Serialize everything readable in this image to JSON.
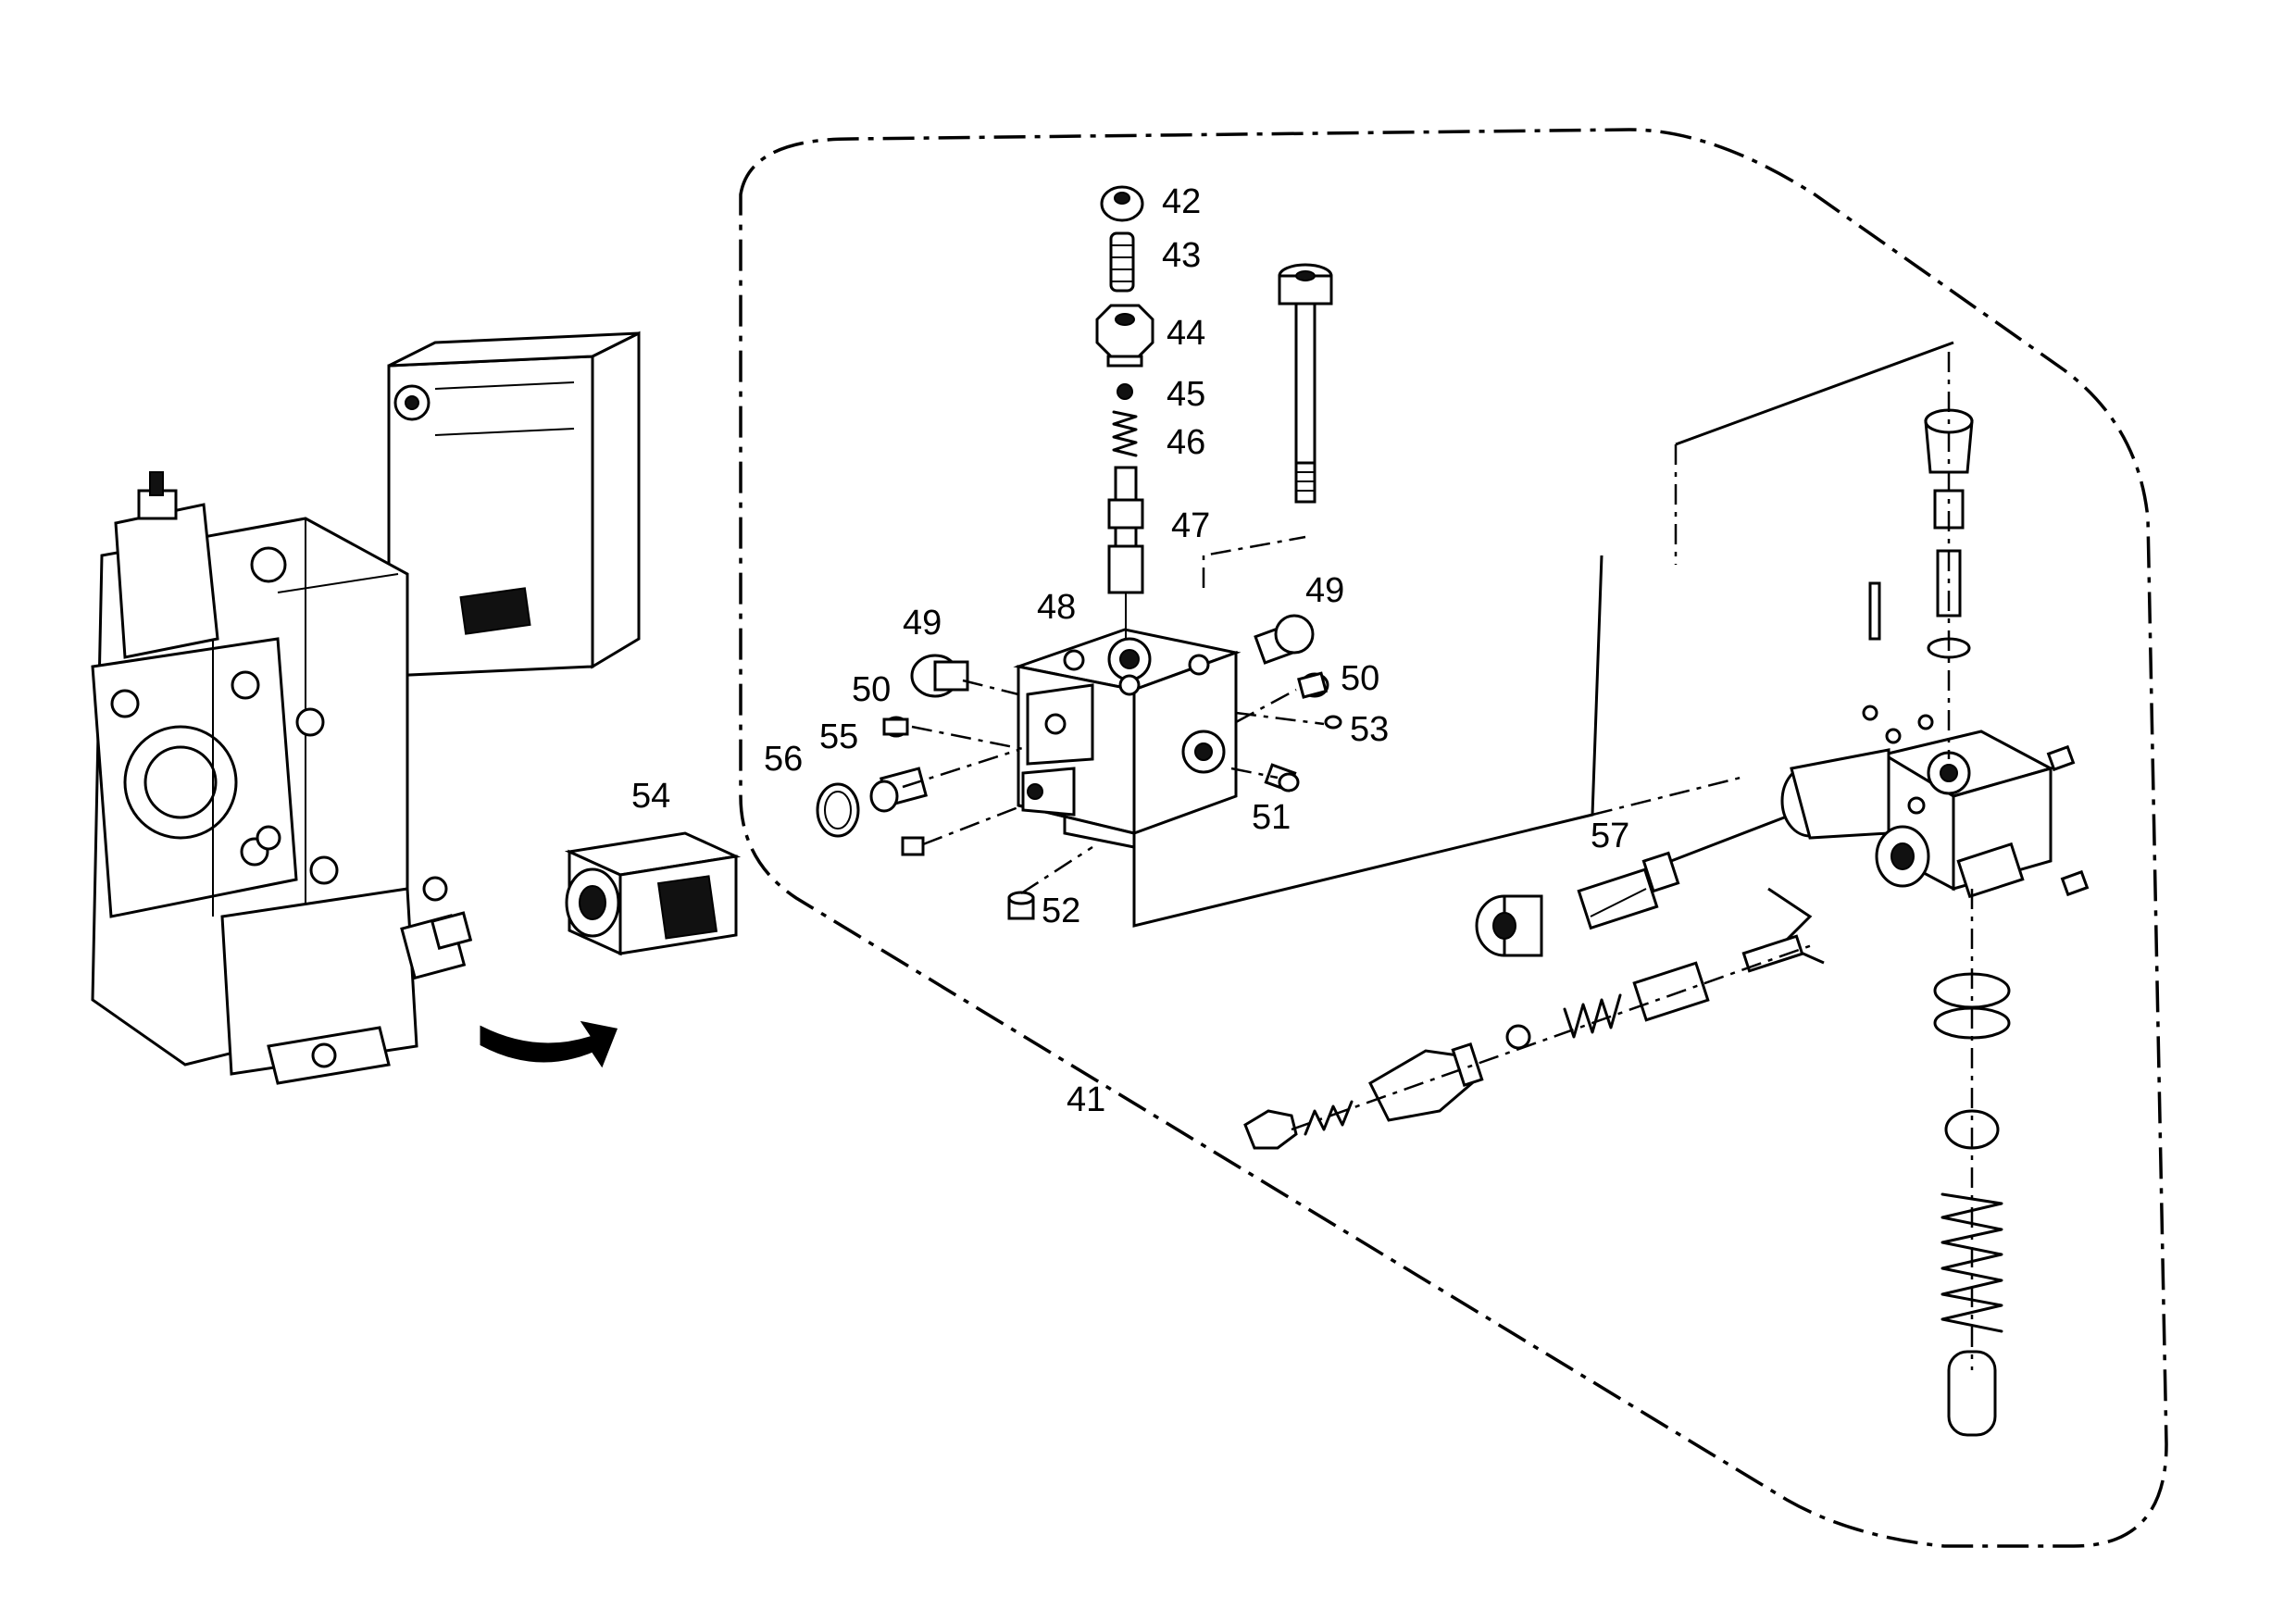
{
  "callouts": {
    "c41": "41",
    "c42": "42",
    "c43": "43",
    "c44": "44",
    "c45": "45",
    "c46": "46",
    "c47": "47",
    "c48": "48",
    "c49a": "49",
    "c49b": "49",
    "c50a": "50",
    "c50b": "50",
    "c51": "51",
    "c52": "52",
    "c53": "53",
    "c54": "54",
    "c55": "55",
    "c56": "56",
    "c57": "57"
  },
  "colors": {
    "ink": "#000000",
    "paper": "#ffffff"
  },
  "icons": {
    "transfer_arrow": "curved-arrow-icon"
  }
}
